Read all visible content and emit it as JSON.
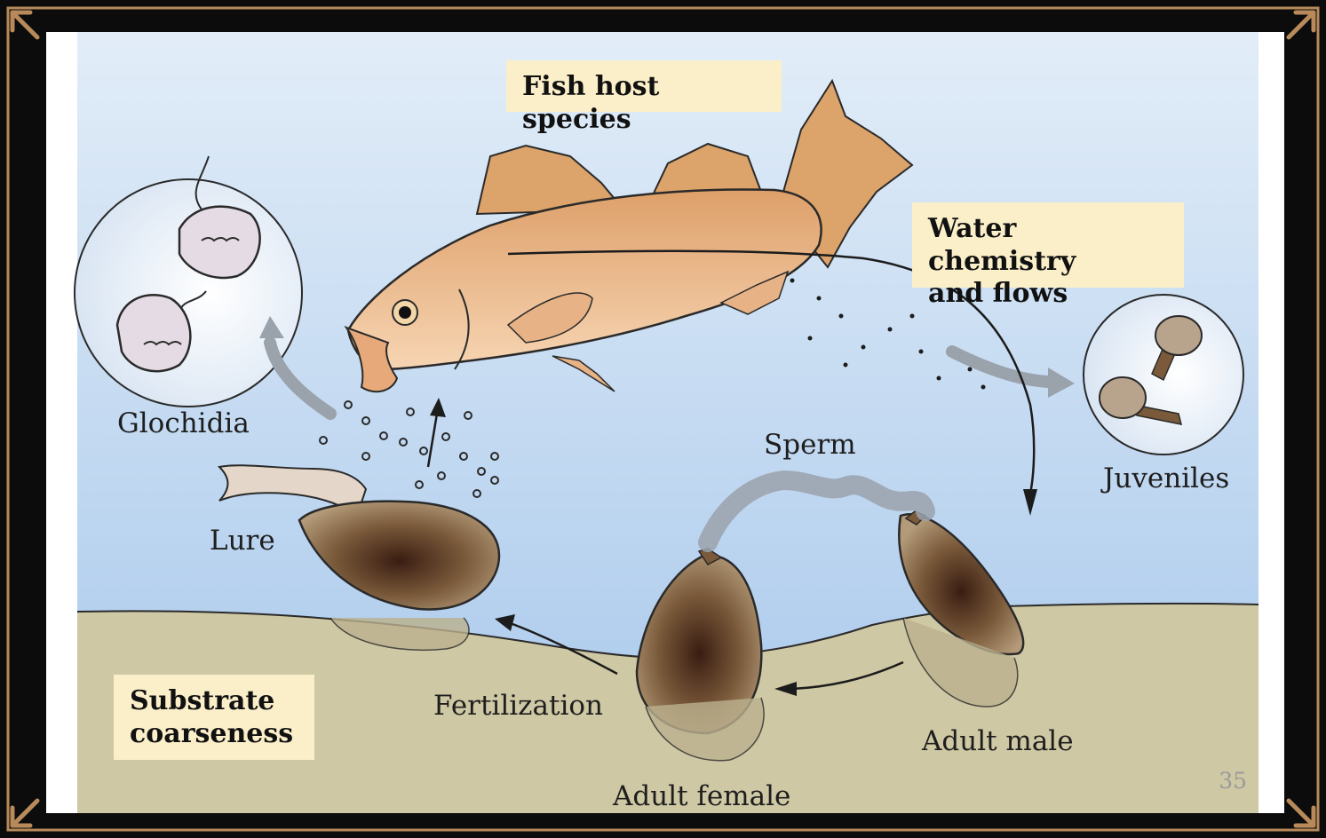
{
  "labels": {
    "fish_host": "Fish host species",
    "water_chem_line1": "Water chemistry",
    "water_chem_line2": "and flows",
    "glochidia": "Glochidia",
    "lure": "Lure",
    "sperm": "Sperm",
    "juveniles": "Juveniles",
    "fertilization": "Fertilization",
    "adult_male": "Adult male",
    "adult_female": "Adult female",
    "substrate_line1": "Substrate",
    "substrate_line2": "coarseness"
  },
  "page_number": "35",
  "colors": {
    "frame_background": "#0c0c0c",
    "frame_ornament": "#b88a5a",
    "water_top": "#dce9f6",
    "water_bottom": "#a9c9ec",
    "sediment": "#cfc8a4",
    "label_box": "#fbefc9",
    "fish_body": "#e8b382",
    "shell": "#8a6a47"
  }
}
